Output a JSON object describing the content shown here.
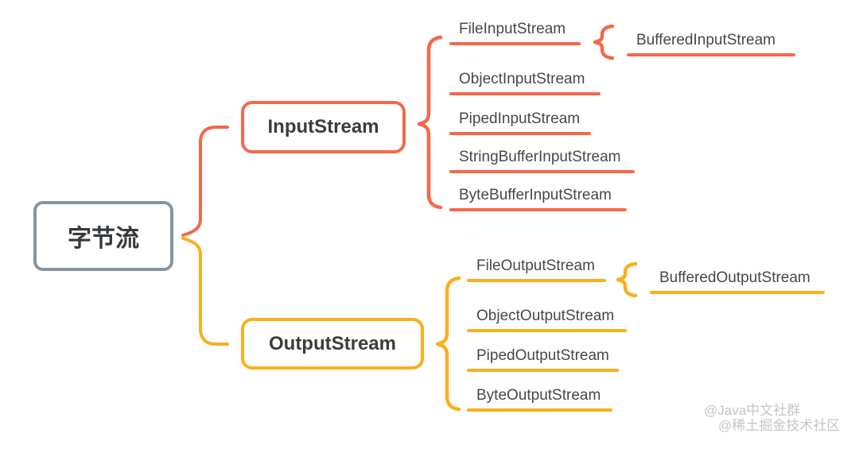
{
  "root": {
    "label": "字节流"
  },
  "branches": [
    {
      "label": "InputStream",
      "color": "#F4684B",
      "children": [
        {
          "label": "FileInputStream",
          "children": [
            {
              "label": "BufferedInputStream"
            }
          ]
        },
        {
          "label": "ObjectInputStream"
        },
        {
          "label": "PipedInputStream"
        },
        {
          "label": "StringBufferInputStream"
        },
        {
          "label": "ByteBufferInputStream"
        }
      ]
    },
    {
      "label": "OutputStream",
      "color": "#F8B01B",
      "children": [
        {
          "label": "FileOutputStream",
          "children": [
            {
              "label": "BufferedOutputStream"
            }
          ]
        },
        {
          "label": "ObjectOutputStream"
        },
        {
          "label": "PipedOutputStream"
        },
        {
          "label": "ByteOutputStream"
        }
      ]
    }
  ],
  "colors": {
    "input_branch": "#F4684B",
    "output_branch": "#F8B01B",
    "root_border": "#8795A3",
    "text": "#45484B",
    "watermark": "#C6C6C6"
  },
  "watermark": {
    "line1": "@Java中文社群",
    "line2": "@稀土掘金技术社区"
  }
}
